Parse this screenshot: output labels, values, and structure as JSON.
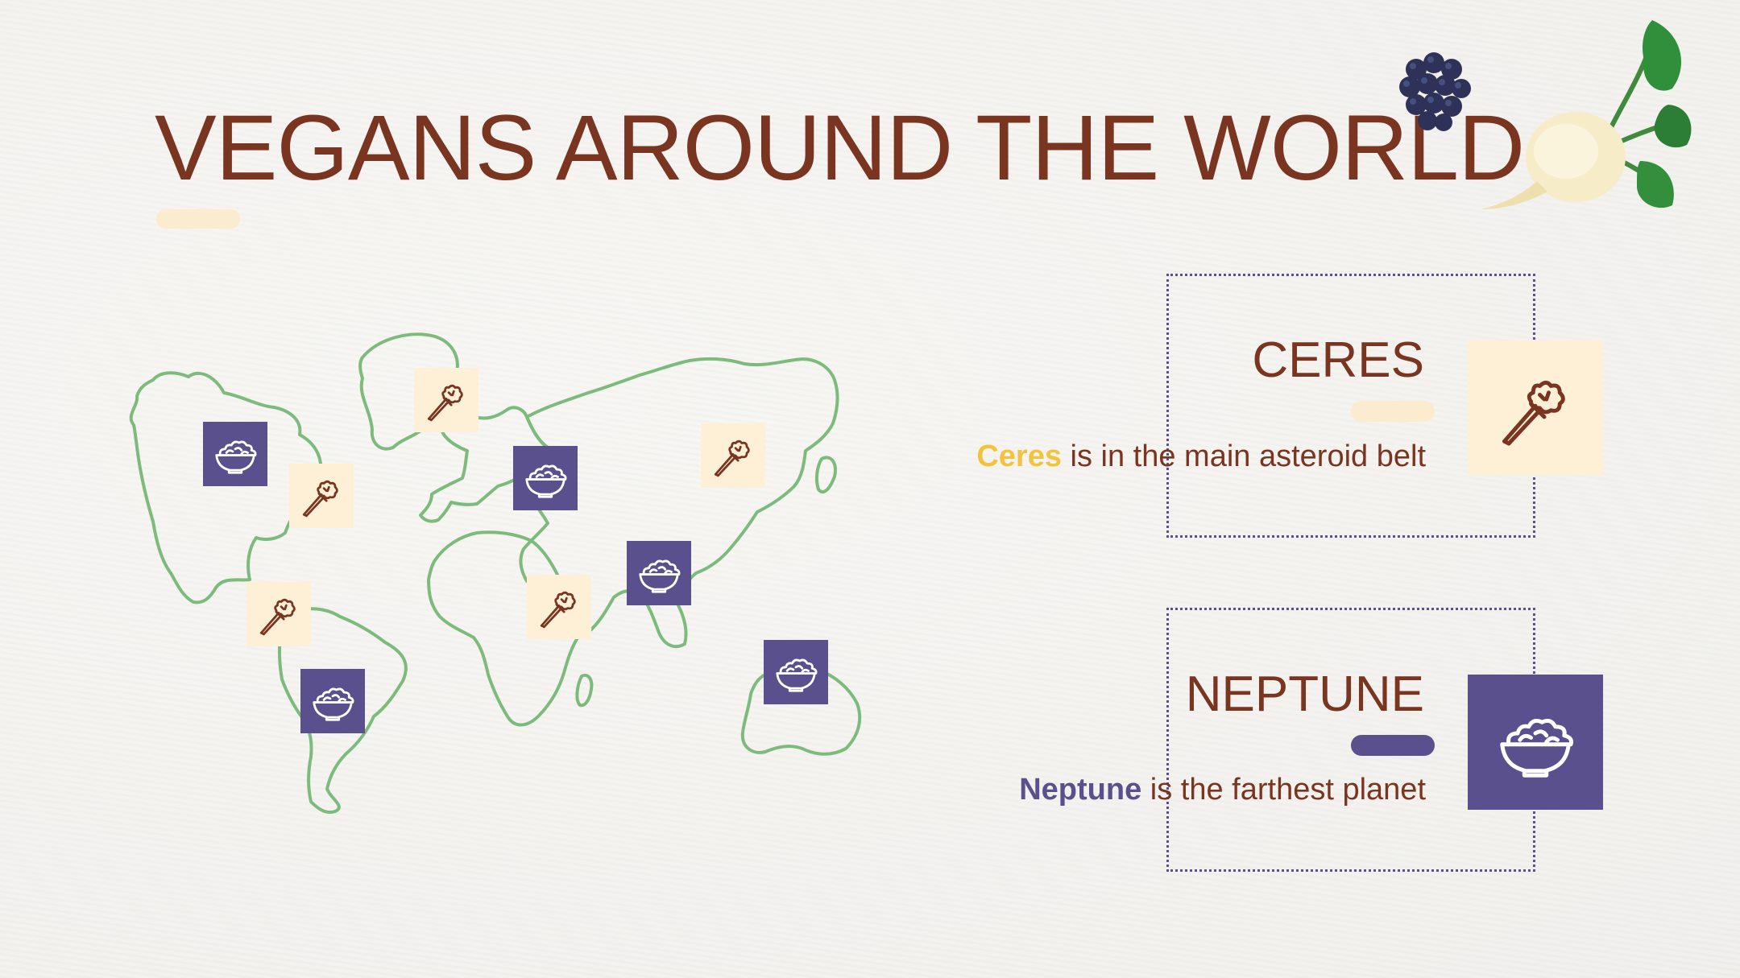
{
  "slide": {
    "title": "VEGANS AROUND THE WORLD"
  },
  "cards": [
    {
      "heading": "CERES",
      "highlight": "Ceres",
      "text": " is in the main asteroid belt",
      "highlight_color": "#f2c43d",
      "icon": "broccoli-fork-icon"
    },
    {
      "heading": "NEPTUNE",
      "highlight": "Neptune",
      "text": " is the farthest planet",
      "highlight_color": "#5a508d",
      "icon": "salad-bowl-icon"
    }
  ],
  "map_markers": [
    {
      "icon": "salad-bowl-icon"
    },
    {
      "icon": "broccoli-fork-icon"
    },
    {
      "icon": "broccoli-fork-icon"
    },
    {
      "icon": "broccoli-fork-icon"
    },
    {
      "icon": "salad-bowl-icon"
    },
    {
      "icon": "broccoli-fork-icon"
    },
    {
      "icon": "salad-bowl-icon"
    },
    {
      "icon": "broccoli-fork-icon"
    },
    {
      "icon": "salad-bowl-icon"
    },
    {
      "icon": "salad-bowl-icon"
    }
  ],
  "colors": {
    "title": "#7a3520",
    "purple": "#5a508d",
    "cream": "#fdf0d7",
    "map_line": "#7dbb7d",
    "yellow": "#f2c43d"
  },
  "decorations": [
    "blackberry-icon",
    "turnip-icon"
  ]
}
